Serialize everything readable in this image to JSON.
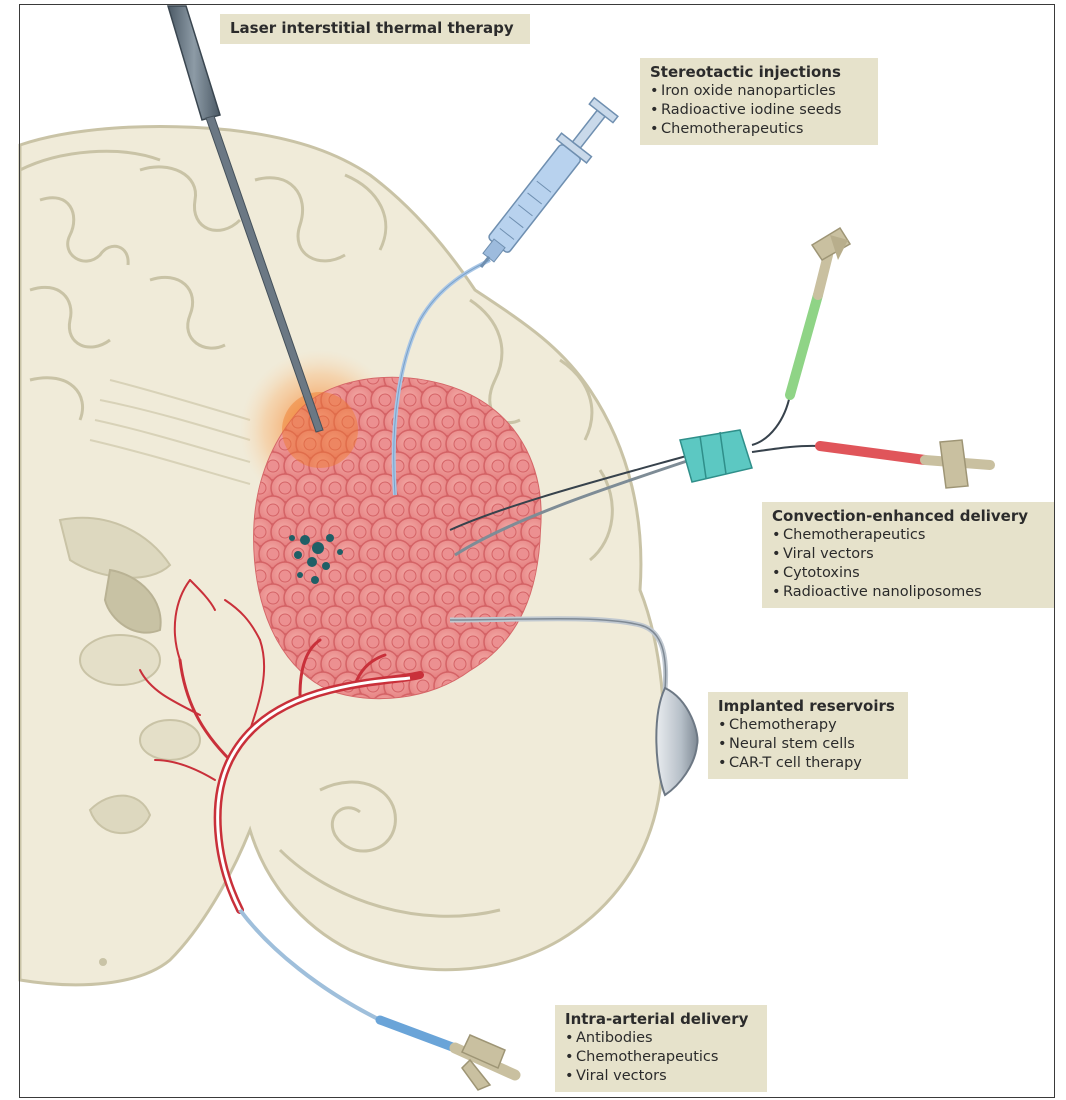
{
  "labels": {
    "laser": {
      "title": "Laser interstitial thermal therapy",
      "items": []
    },
    "stereotactic": {
      "title": "Stereotactic injections",
      "items": [
        "Iron oxide nanoparticles",
        "Radioactive iodine seeds",
        "Chemotherapeutics"
      ]
    },
    "convection": {
      "title": "Convection-enhanced delivery",
      "items": [
        "Chemotherapeutics",
        "Viral vectors",
        "Cytotoxins",
        "Radioactive nanoliposomes"
      ]
    },
    "reservoirs": {
      "title": "Implanted reservoirs",
      "items": [
        "Chemotherapy",
        "Neural stem cells",
        "CAR-T cell therapy"
      ]
    },
    "intraarterial": {
      "title": "Intra-arterial delivery",
      "items": [
        "Antibodies",
        "Chemotherapeutics",
        "Viral vectors"
      ]
    }
  },
  "colors": {
    "brain_fill": "#f0ebd9",
    "brain_stroke": "#c9c3a6",
    "brain_inner": "#ddd8bf",
    "tumor_cell": "#e88a8a",
    "tumor_core": "#c95b5b",
    "ablation_glow": "#f5a05a",
    "artery": "#c9303a",
    "catheter": "#9fbfdb",
    "syringe": "#a9c6e6",
    "cannula_hub": "#5cc8c2",
    "green_line": "#8fd486",
    "red_line": "#e0555a",
    "connector": "#c9c0a0",
    "label_bg": "#e6e2cb"
  },
  "icons": [
    "laser-probe",
    "syringe",
    "cannula-hub",
    "reservoir-dome",
    "arterial-catheter"
  ]
}
